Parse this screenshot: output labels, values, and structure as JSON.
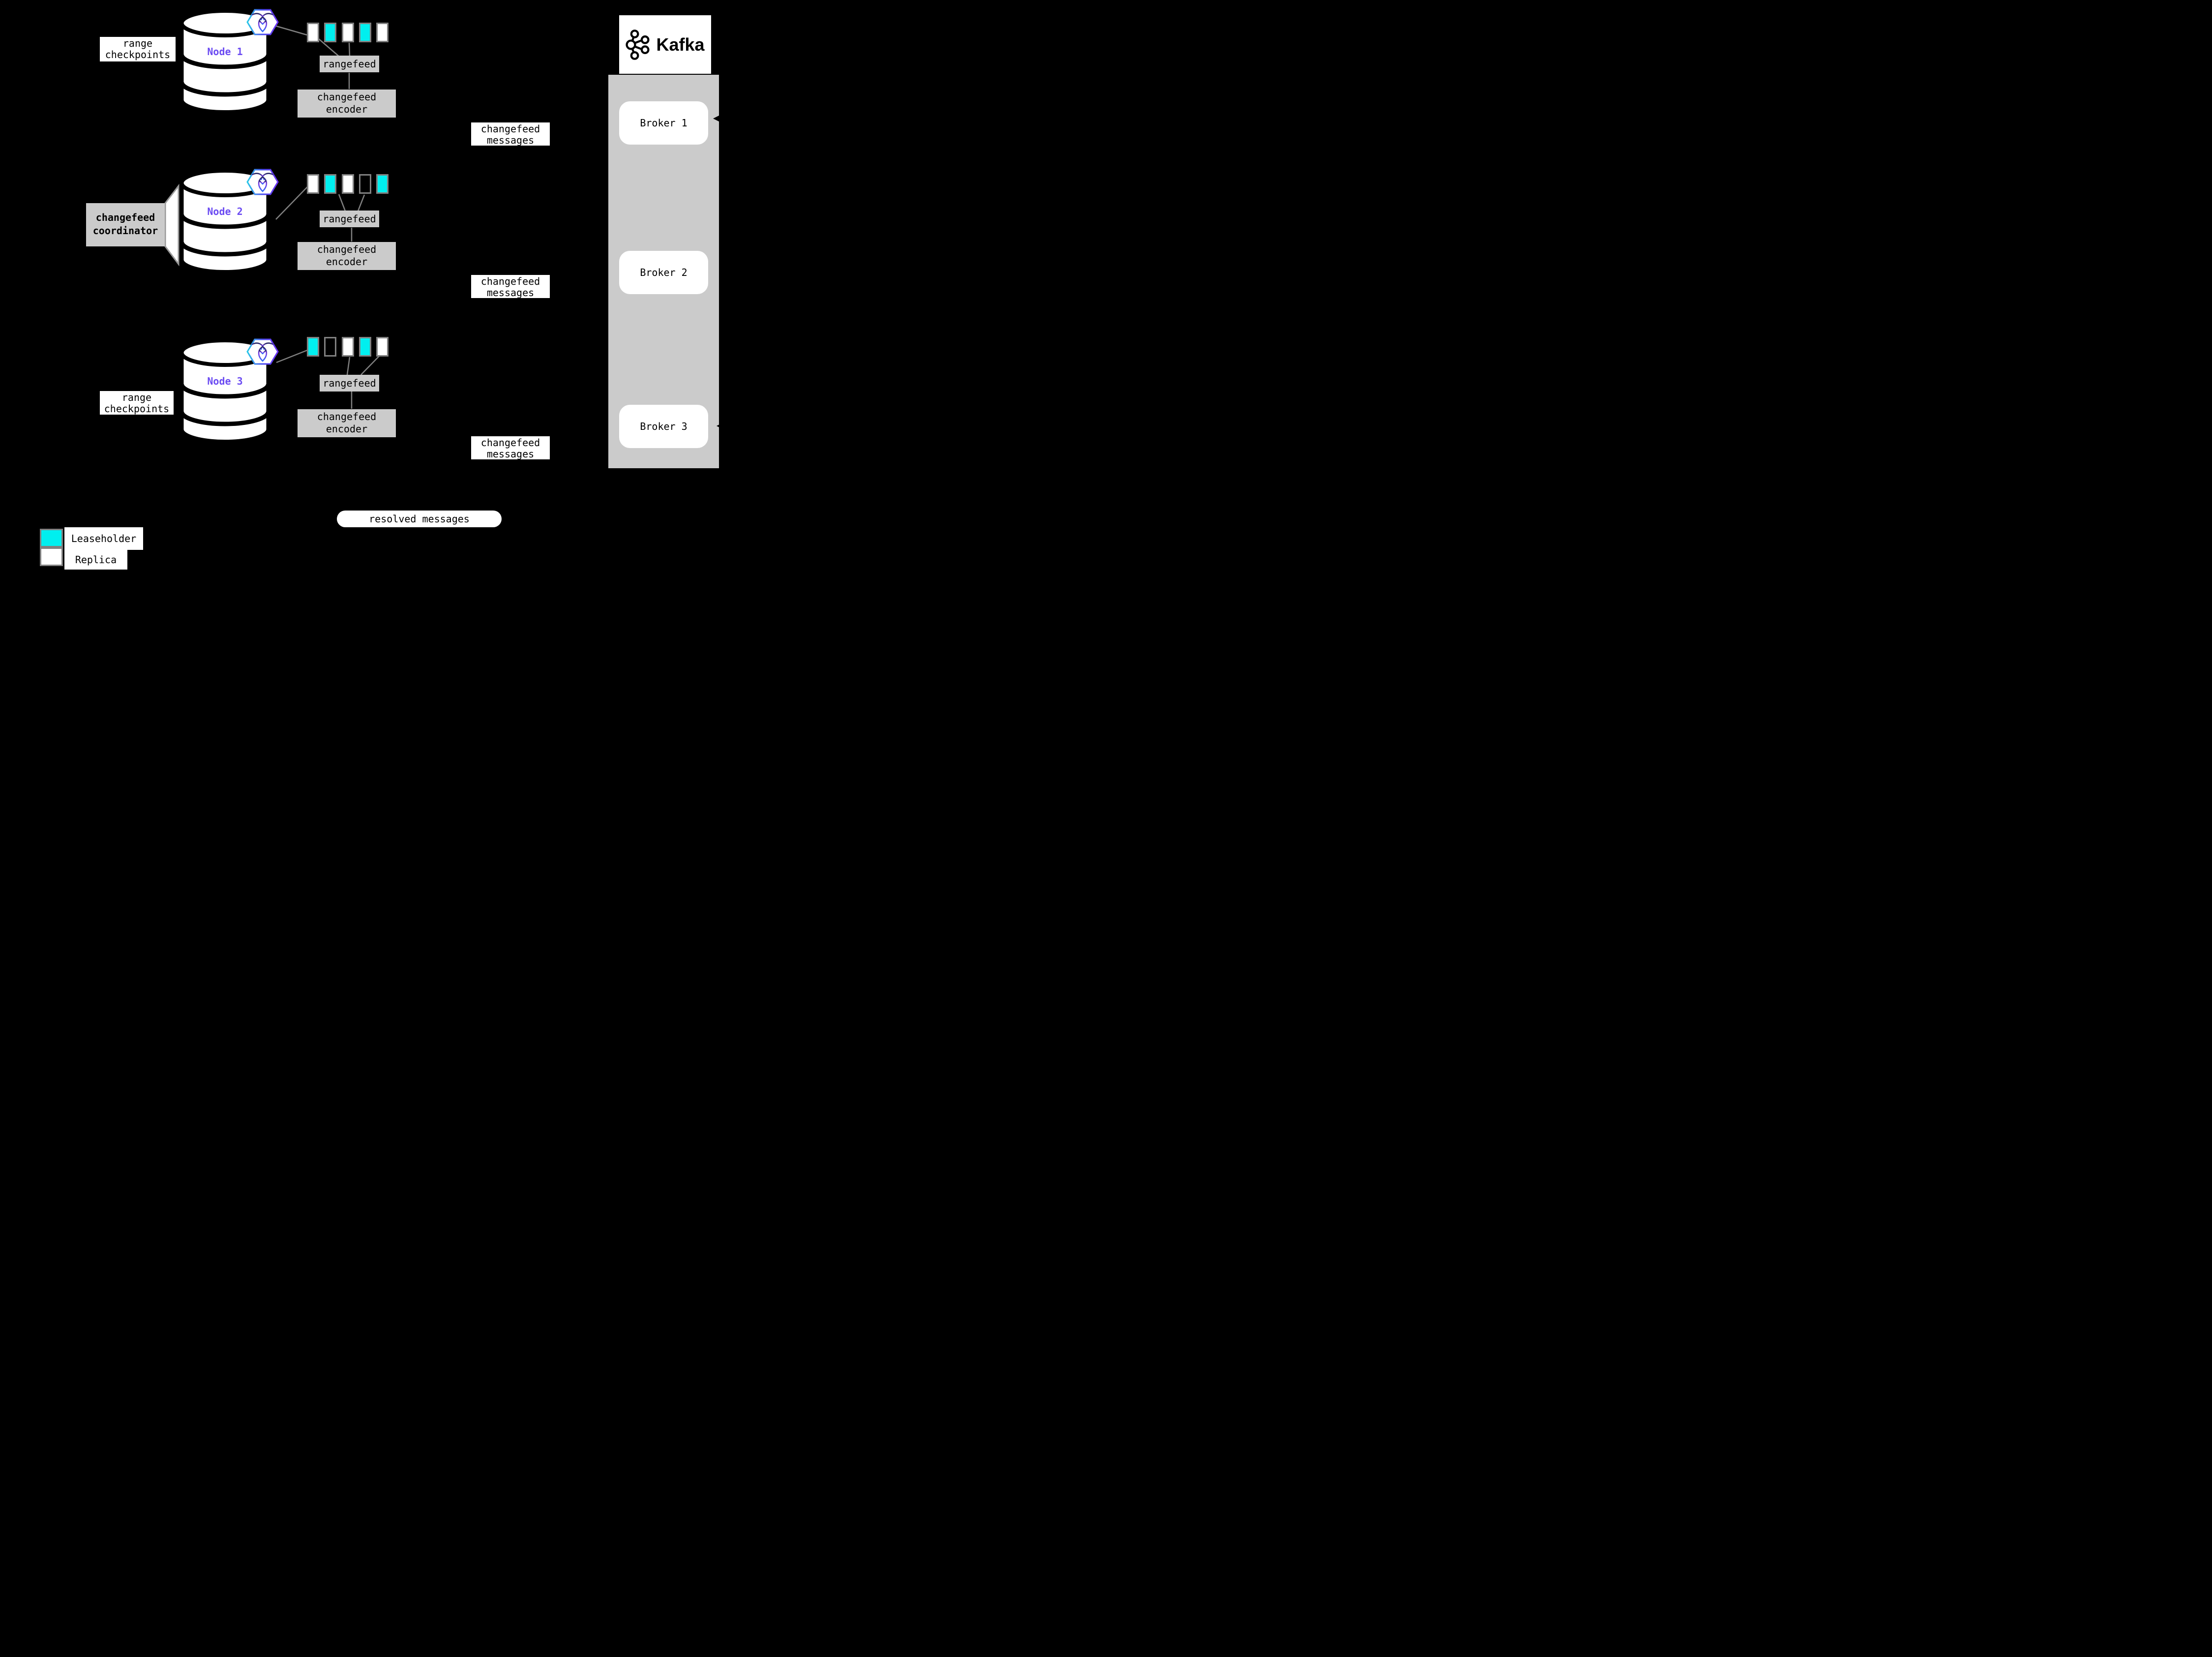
{
  "colors": {
    "background": "#000000",
    "leaseholder": "#00EFEF",
    "replica": "#FFFFFF",
    "range_border": "#808080",
    "panel_gray": "#CBCBCB",
    "connector_gray": "#808080",
    "node_label": "#6B4BF2",
    "arrow": "#000000"
  },
  "nodes": [
    {
      "name": "Node 1",
      "ranges": [
        "replica",
        "leaseholder",
        "replica",
        "leaseholder",
        "replica"
      ]
    },
    {
      "name": "Node 2",
      "ranges": [
        "replica",
        "leaseholder",
        "replica",
        "empty",
        "leaseholder"
      ]
    },
    {
      "name": "Node 3",
      "ranges": [
        "leaseholder",
        "empty",
        "replica",
        "leaseholder",
        "replica"
      ]
    }
  ],
  "labels": {
    "rangefeed": "rangefeed",
    "encoder_line1": "changefeed",
    "encoder_line2": "encoder",
    "coordinator_line1": "changefeed",
    "coordinator_line2": "coordinator",
    "range_checkpoints_line1": "range",
    "range_checkpoints_line2": "checkpoints",
    "changefeed_messages_line1": "changefeed",
    "changefeed_messages_line2": "messages",
    "resolved_messages": "resolved messages"
  },
  "kafka": {
    "title": "Kafka",
    "brokers": [
      {
        "name": "Broker 1"
      },
      {
        "name": "Broker 2"
      },
      {
        "name": "Broker 3"
      }
    ]
  },
  "legend": [
    {
      "label": "Leaseholder",
      "type": "leaseholder"
    },
    {
      "label": "Replica",
      "type": "replica"
    }
  ]
}
